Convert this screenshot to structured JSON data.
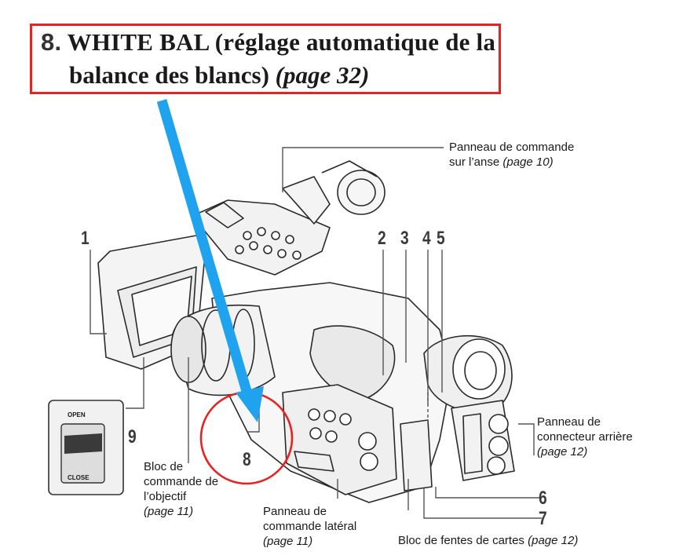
{
  "callout": {
    "number": "8.",
    "title_line1": "WHITE BAL (réglage automatique de la",
    "title_line2": "balance des blancs)",
    "title_page": "(page 32)"
  },
  "labels": {
    "handle_panel": {
      "line1": "Panneau de commande",
      "line2": "sur l’anse",
      "page": "(page 10)"
    },
    "rear_connector": {
      "line1": "Panneau de",
      "line2": "connecteur arrière",
      "page": "(page 12)"
    },
    "lens_block": {
      "line1": "Bloc de",
      "line2": "commande de",
      "line3": "l’objectif",
      "page": "(page 11)"
    },
    "side_panel": {
      "line1": "Panneau de",
      "line2": "commande latéral",
      "page": "(page 11)"
    },
    "card_slots": {
      "text": "Bloc de fentes de cartes",
      "page": "(page 12)"
    }
  },
  "open_close": {
    "open": "OPEN",
    "close": "CLOSE"
  },
  "numbers": [
    "1",
    "2",
    "3",
    "4",
    "5",
    "6",
    "7",
    "8",
    "9"
  ],
  "colors": {
    "arrow": "#1fa3ee",
    "highlight": "#e8221f"
  }
}
